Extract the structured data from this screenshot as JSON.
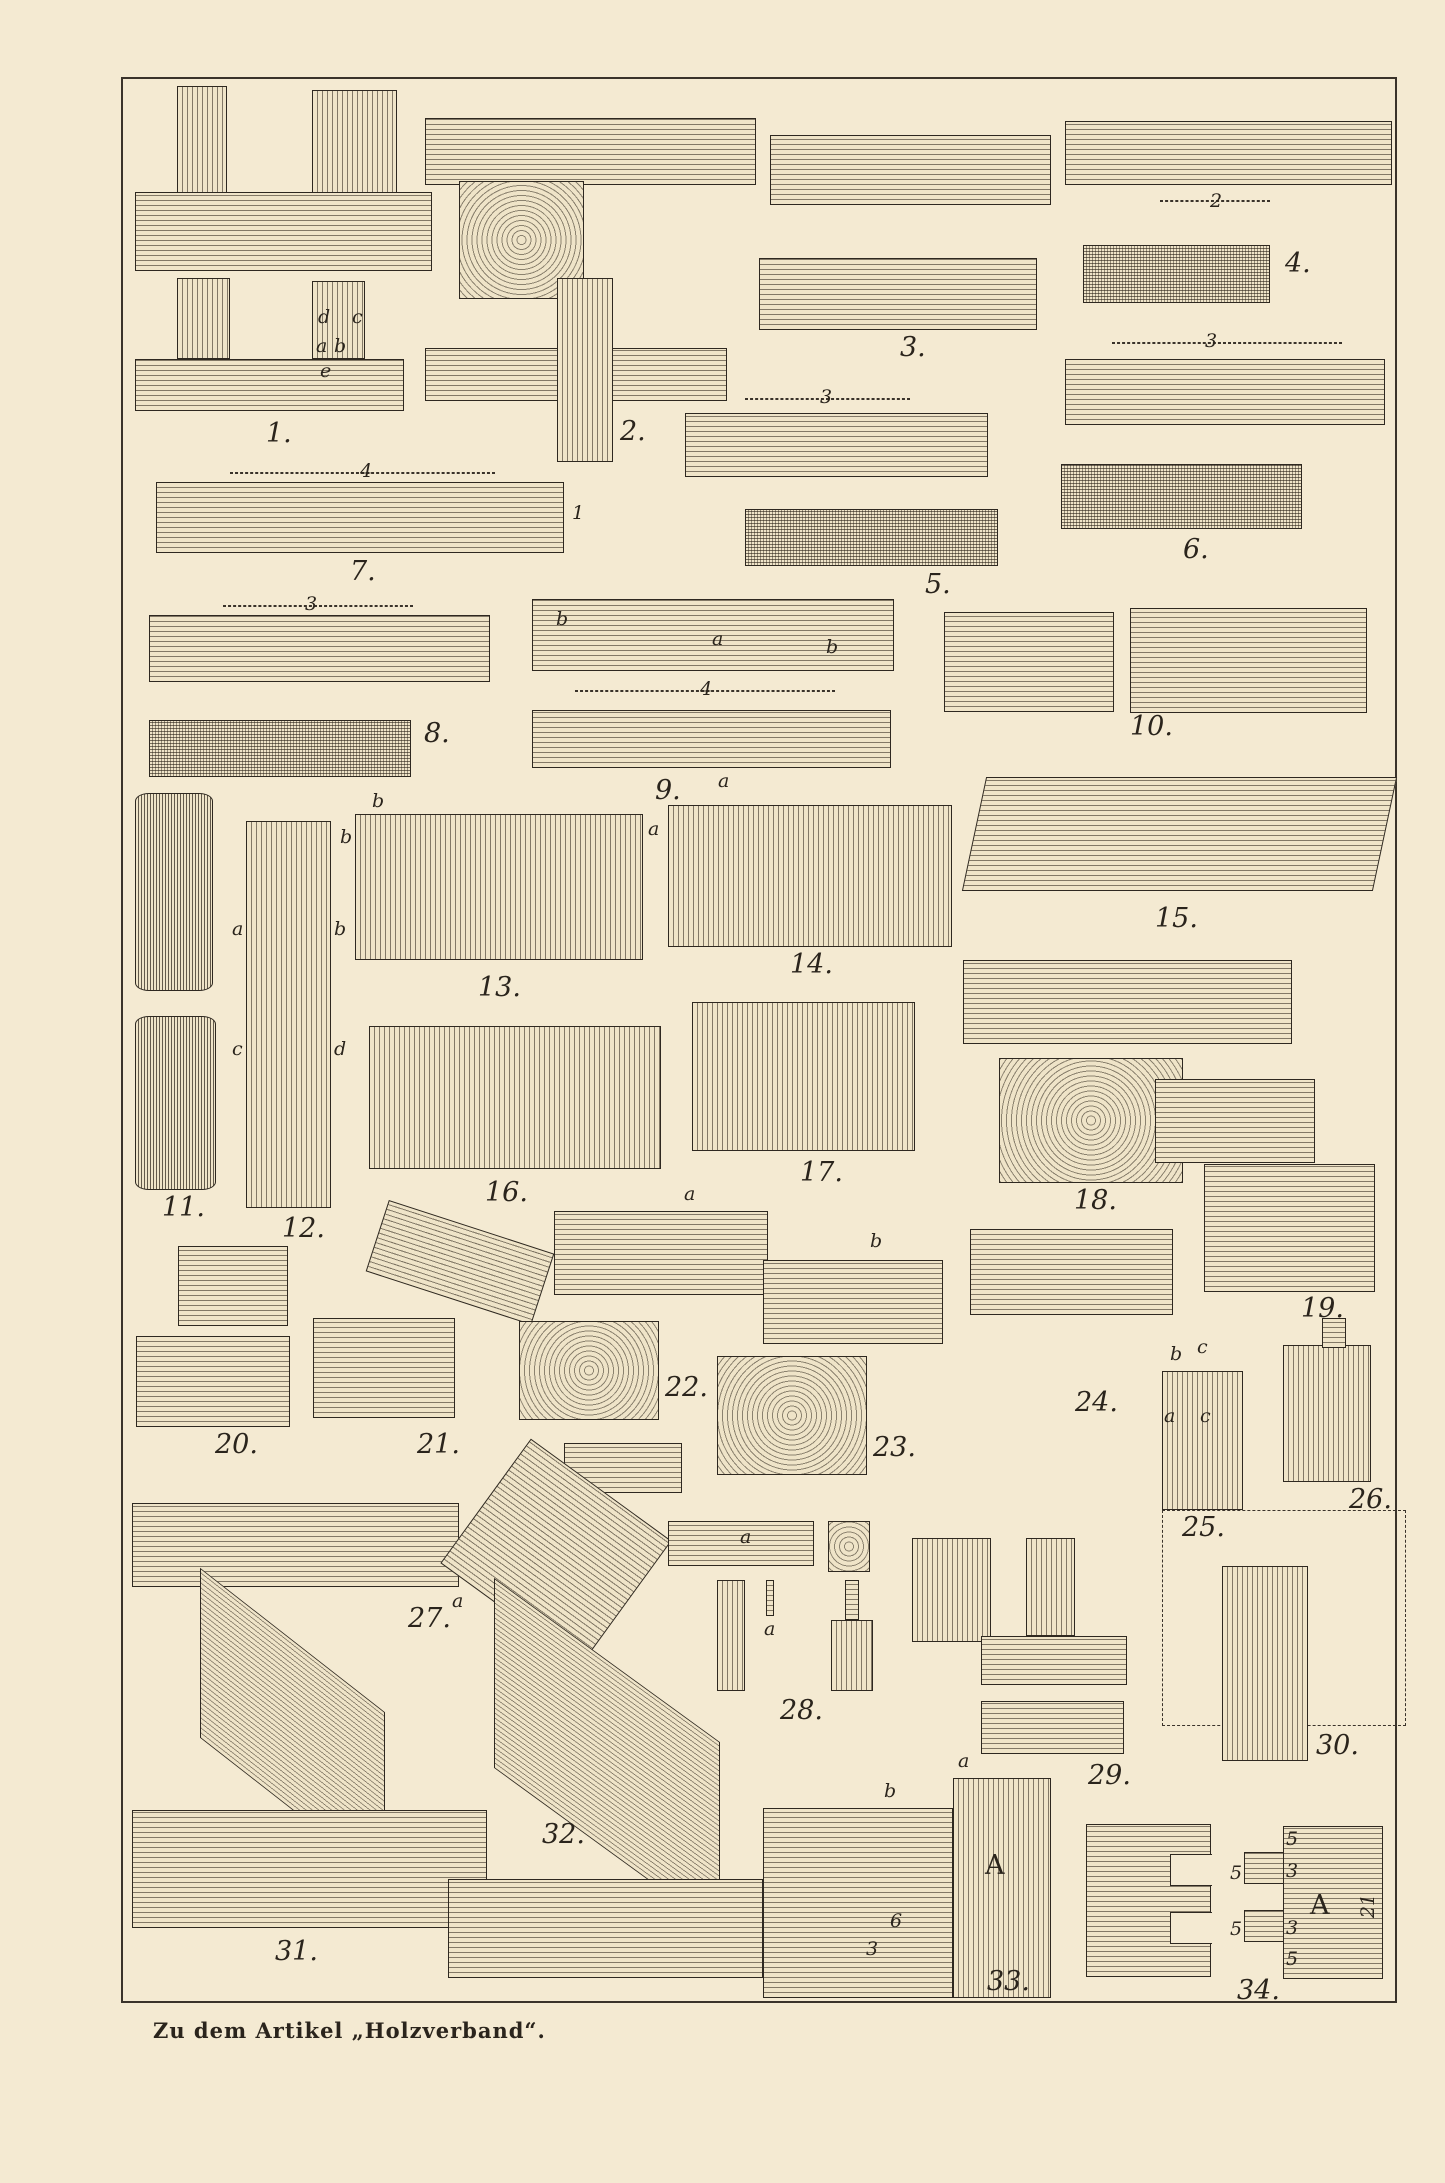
{
  "caption": "Zu dem Artikel „Holzverband“.",
  "figure_labels": [
    "1.",
    "2.",
    "3.",
    "4.",
    "5.",
    "6.",
    "7.",
    "8.",
    "9.",
    "10.",
    "11.",
    "12.",
    "13.",
    "14.",
    "15.",
    "16.",
    "17.",
    "18.",
    "19.",
    "20.",
    "21.",
    "22.",
    "23.",
    "24.",
    "25.",
    "26.",
    "27.",
    "28.",
    "29.",
    "30.",
    "31.",
    "32.",
    "33.",
    "34."
  ],
  "annotations": {
    "fig1": [
      "a",
      "b",
      "c",
      "d",
      "e"
    ],
    "fig3_dim": "3",
    "fig4_dim": "2",
    "fig5_dim": "3",
    "fig6_dim": "3",
    "fig7_dim": "4",
    "fig7_side": "1",
    "fig8_dim": "3",
    "fig9_dim": "4",
    "fig9_letters": [
      "b",
      "a",
      "b",
      "a"
    ],
    "fig12_letters": [
      "a",
      "b",
      "c",
      "d"
    ],
    "fig13_letters": [
      "b",
      "b",
      "a"
    ],
    "fig22_letter": "a",
    "fig23_letter": "b",
    "fig25_letters": [
      "b",
      "c",
      "a",
      "c"
    ],
    "fig27_letter": "a",
    "fig28_letters": [
      "a",
      "a",
      "a"
    ],
    "fig33_letters": [
      "a",
      "b",
      "A",
      "6",
      "3"
    ],
    "fig34_letters": [
      "A",
      "5",
      "3",
      "5",
      "3",
      "5",
      "5",
      "21"
    ]
  }
}
